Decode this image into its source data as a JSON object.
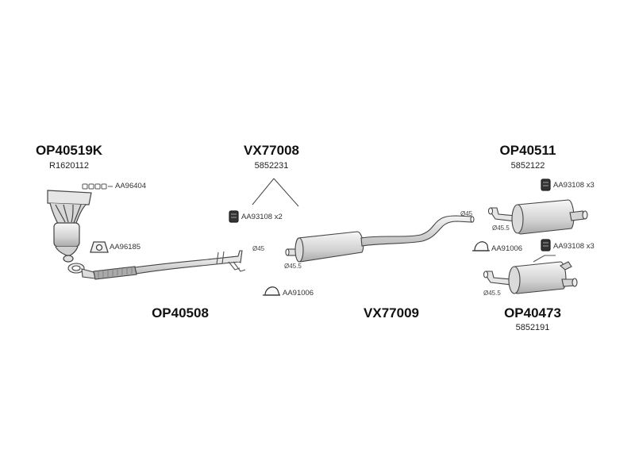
{
  "parts": {
    "manifold": {
      "code": "OP40519K",
      "ref": "R1620112"
    },
    "center_pipe_group": {
      "code": "VX77008",
      "ref": "5852231"
    },
    "rear_muffler_upper": {
      "code": "OP40511",
      "ref": "5852122"
    },
    "front_pipe": {
      "code": "OP40508"
    },
    "middle_muffler": {
      "code": "VX77009"
    },
    "rear_muffler_lower": {
      "code": "OP40473",
      "ref": "5852191"
    }
  },
  "accessories": {
    "gasket_set": "AA96404",
    "gasket_ring": "AA96185",
    "clamp_x2": "AA93108 x2",
    "clamp_center": "AA91006",
    "clamp_x3_upper": "AA93108 x3",
    "clamp_right": "AA91006",
    "clamp_x3_lower": "AA93108 x3"
  },
  "diameters": {
    "front_pipe_end": "Ø45",
    "middle_inlet": "Ø45.5",
    "middle_outlet": "Ø45",
    "upper_rear_inlet": "Ø45.5",
    "lower_rear_inlet": "Ø45.5"
  },
  "colors": {
    "line": "#333333",
    "fill": "#eeeeee",
    "pipe": "#dddddd"
  },
  "icons": [
    "gasket-set-icon",
    "gasket-ring-icon",
    "clamp-icon",
    "u-clamp-icon"
  ]
}
